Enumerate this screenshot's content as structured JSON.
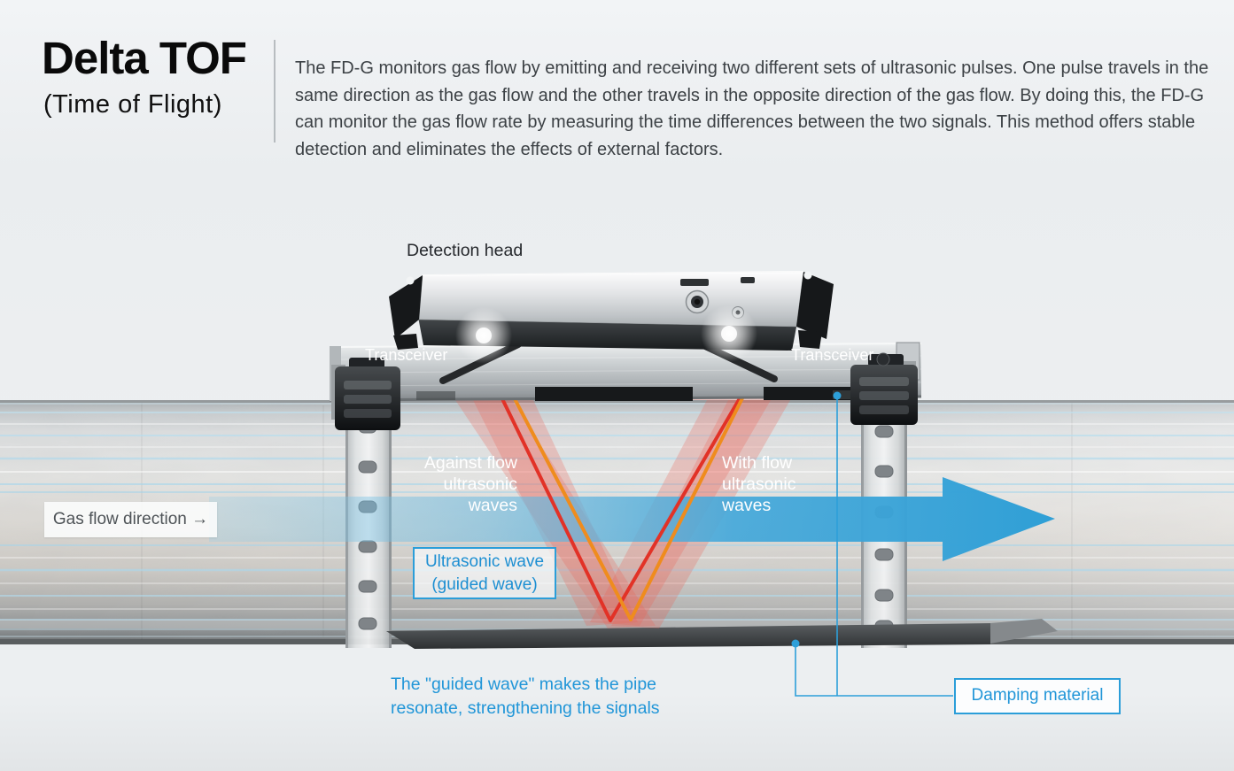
{
  "header": {
    "title": "Delta TOF",
    "subtitle": "(Time of Flight)",
    "description": "The FD-G monitors gas flow by emitting and receiving two different sets of ultrasonic pulses. One pulse travels in the same direction as the gas flow and the other travels in the opposite direction of the gas flow. By doing this, the FD-G can monitor the gas flow rate by measuring the time differences between the two signals. This method offers stable detection and eliminates the effects of external factors."
  },
  "diagram": {
    "detection_head_label": "Detection head",
    "transceiver_left_label": "Transceiver",
    "transceiver_right_label": "Transceiver",
    "against_flow_label": "Against flow\nultrasonic\nwaves",
    "with_flow_label": "With flow\nultrasonic\nwaves",
    "gas_flow_label": "Gas flow direction →",
    "ultrasonic_wave_box_label": "Ultrasonic wave\n(guided wave)",
    "guided_wave_caption": "The \"guided wave\" makes the pipe\nresonate, strengthening the signals",
    "damping_material_label": "Damping material"
  },
  "colors": {
    "accent_blue": "#2196d8",
    "callout_border_blue": "#2b9ed9",
    "flow_arrow_blue": "#3aa3d8",
    "against_flow_wave_red": "#e23227",
    "with_flow_wave_orange": "#ef8c1e",
    "beam_red_translucent": "#ec6254"
  }
}
